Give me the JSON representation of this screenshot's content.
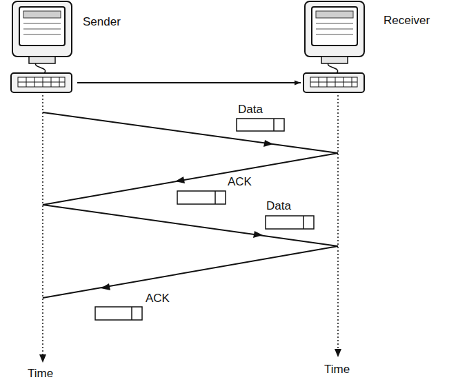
{
  "diagram": {
    "nodes": [
      {
        "text": [
          "Sender"
        ]
      },
      {
        "text": [
          "Receiver"
        ]
      }
    ],
    "edges": [
      {
        "from": 0,
        "to": 1,
        "arrow": "to"
      }
    ],
    "labels": [
      "Data",
      "ACK",
      "Data",
      "ACK",
      "Time",
      "Time"
    ]
  }
}
